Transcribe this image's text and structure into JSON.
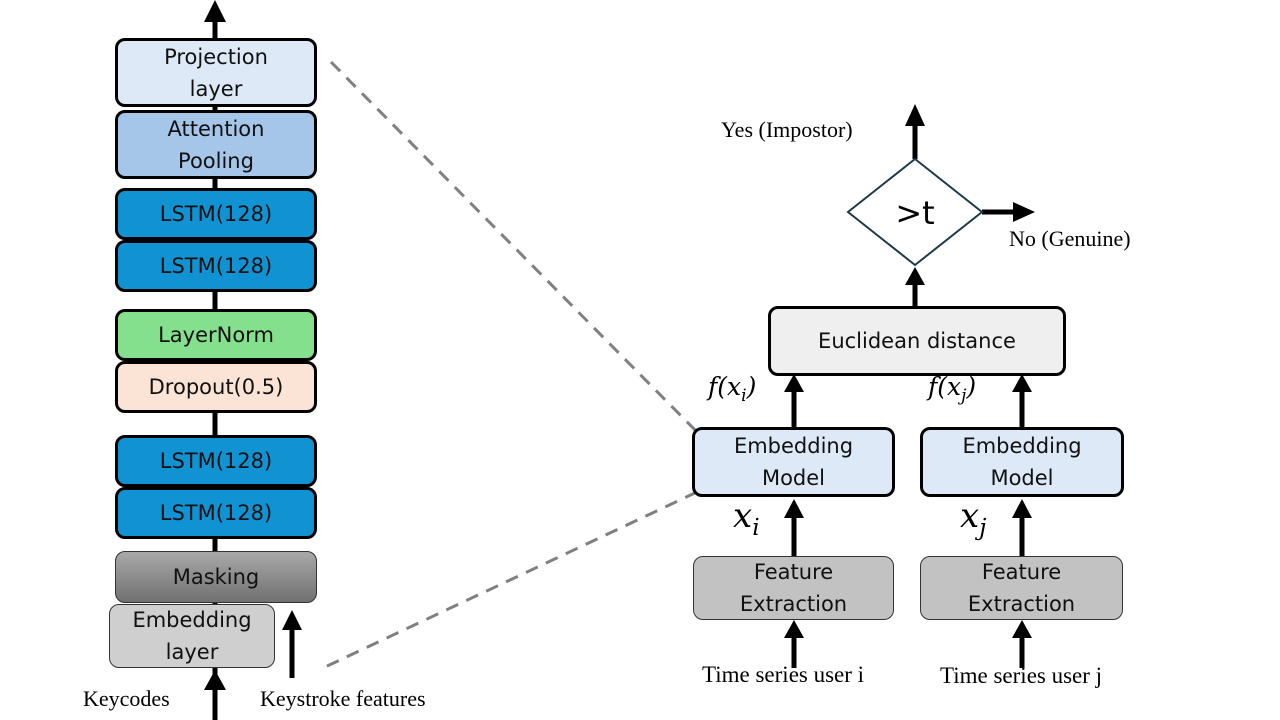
{
  "model_stack": {
    "projection": "Projection layer",
    "attention": "Attention Pooling",
    "lstm_4": "LSTM(128)",
    "lstm_3": "LSTM(128)",
    "layernorm": "LayerNorm",
    "dropout": "Dropout(0.5)",
    "lstm_2": "LSTM(128)",
    "lstm_1": "LSTM(128)",
    "masking": "Masking",
    "embedding": "Embedding layer",
    "input_keycodes": "Keycodes",
    "input_features": "Keystroke features"
  },
  "pipeline": {
    "euclidean": "Euclidean distance",
    "embedding_i": "Embedding Model",
    "embedding_j": "Embedding Model",
    "feature_i": "Feature Extraction",
    "feature_j": "Feature Extraction",
    "input_i": "Time series user i",
    "input_j": "Time series user j",
    "threshold": ">t",
    "yes_label": "Yes (Impostor)",
    "no_label": "No (Genuine)",
    "fx_i": {
      "fn": "f",
      "var": "x",
      "sub": "i"
    },
    "fx_j": {
      "fn": "f",
      "var": "x",
      "sub": "j"
    },
    "x_i": {
      "var": "x",
      "sub": "i"
    },
    "x_j": {
      "var": "x",
      "sub": "j"
    }
  },
  "colors": {
    "projection": "#dde9f6",
    "attention": "#a5c6e8",
    "lstm": "#1192d2",
    "layernorm": "#84e08c",
    "dropout": "#fbe3d5",
    "masking": "#7a7a7a",
    "embedding_layer": "#cfcfcf",
    "embedding_model": "#dde9f6",
    "feature_extraction": "#c2c2c2",
    "euclidean": "#efefef",
    "connector": "#808080"
  }
}
